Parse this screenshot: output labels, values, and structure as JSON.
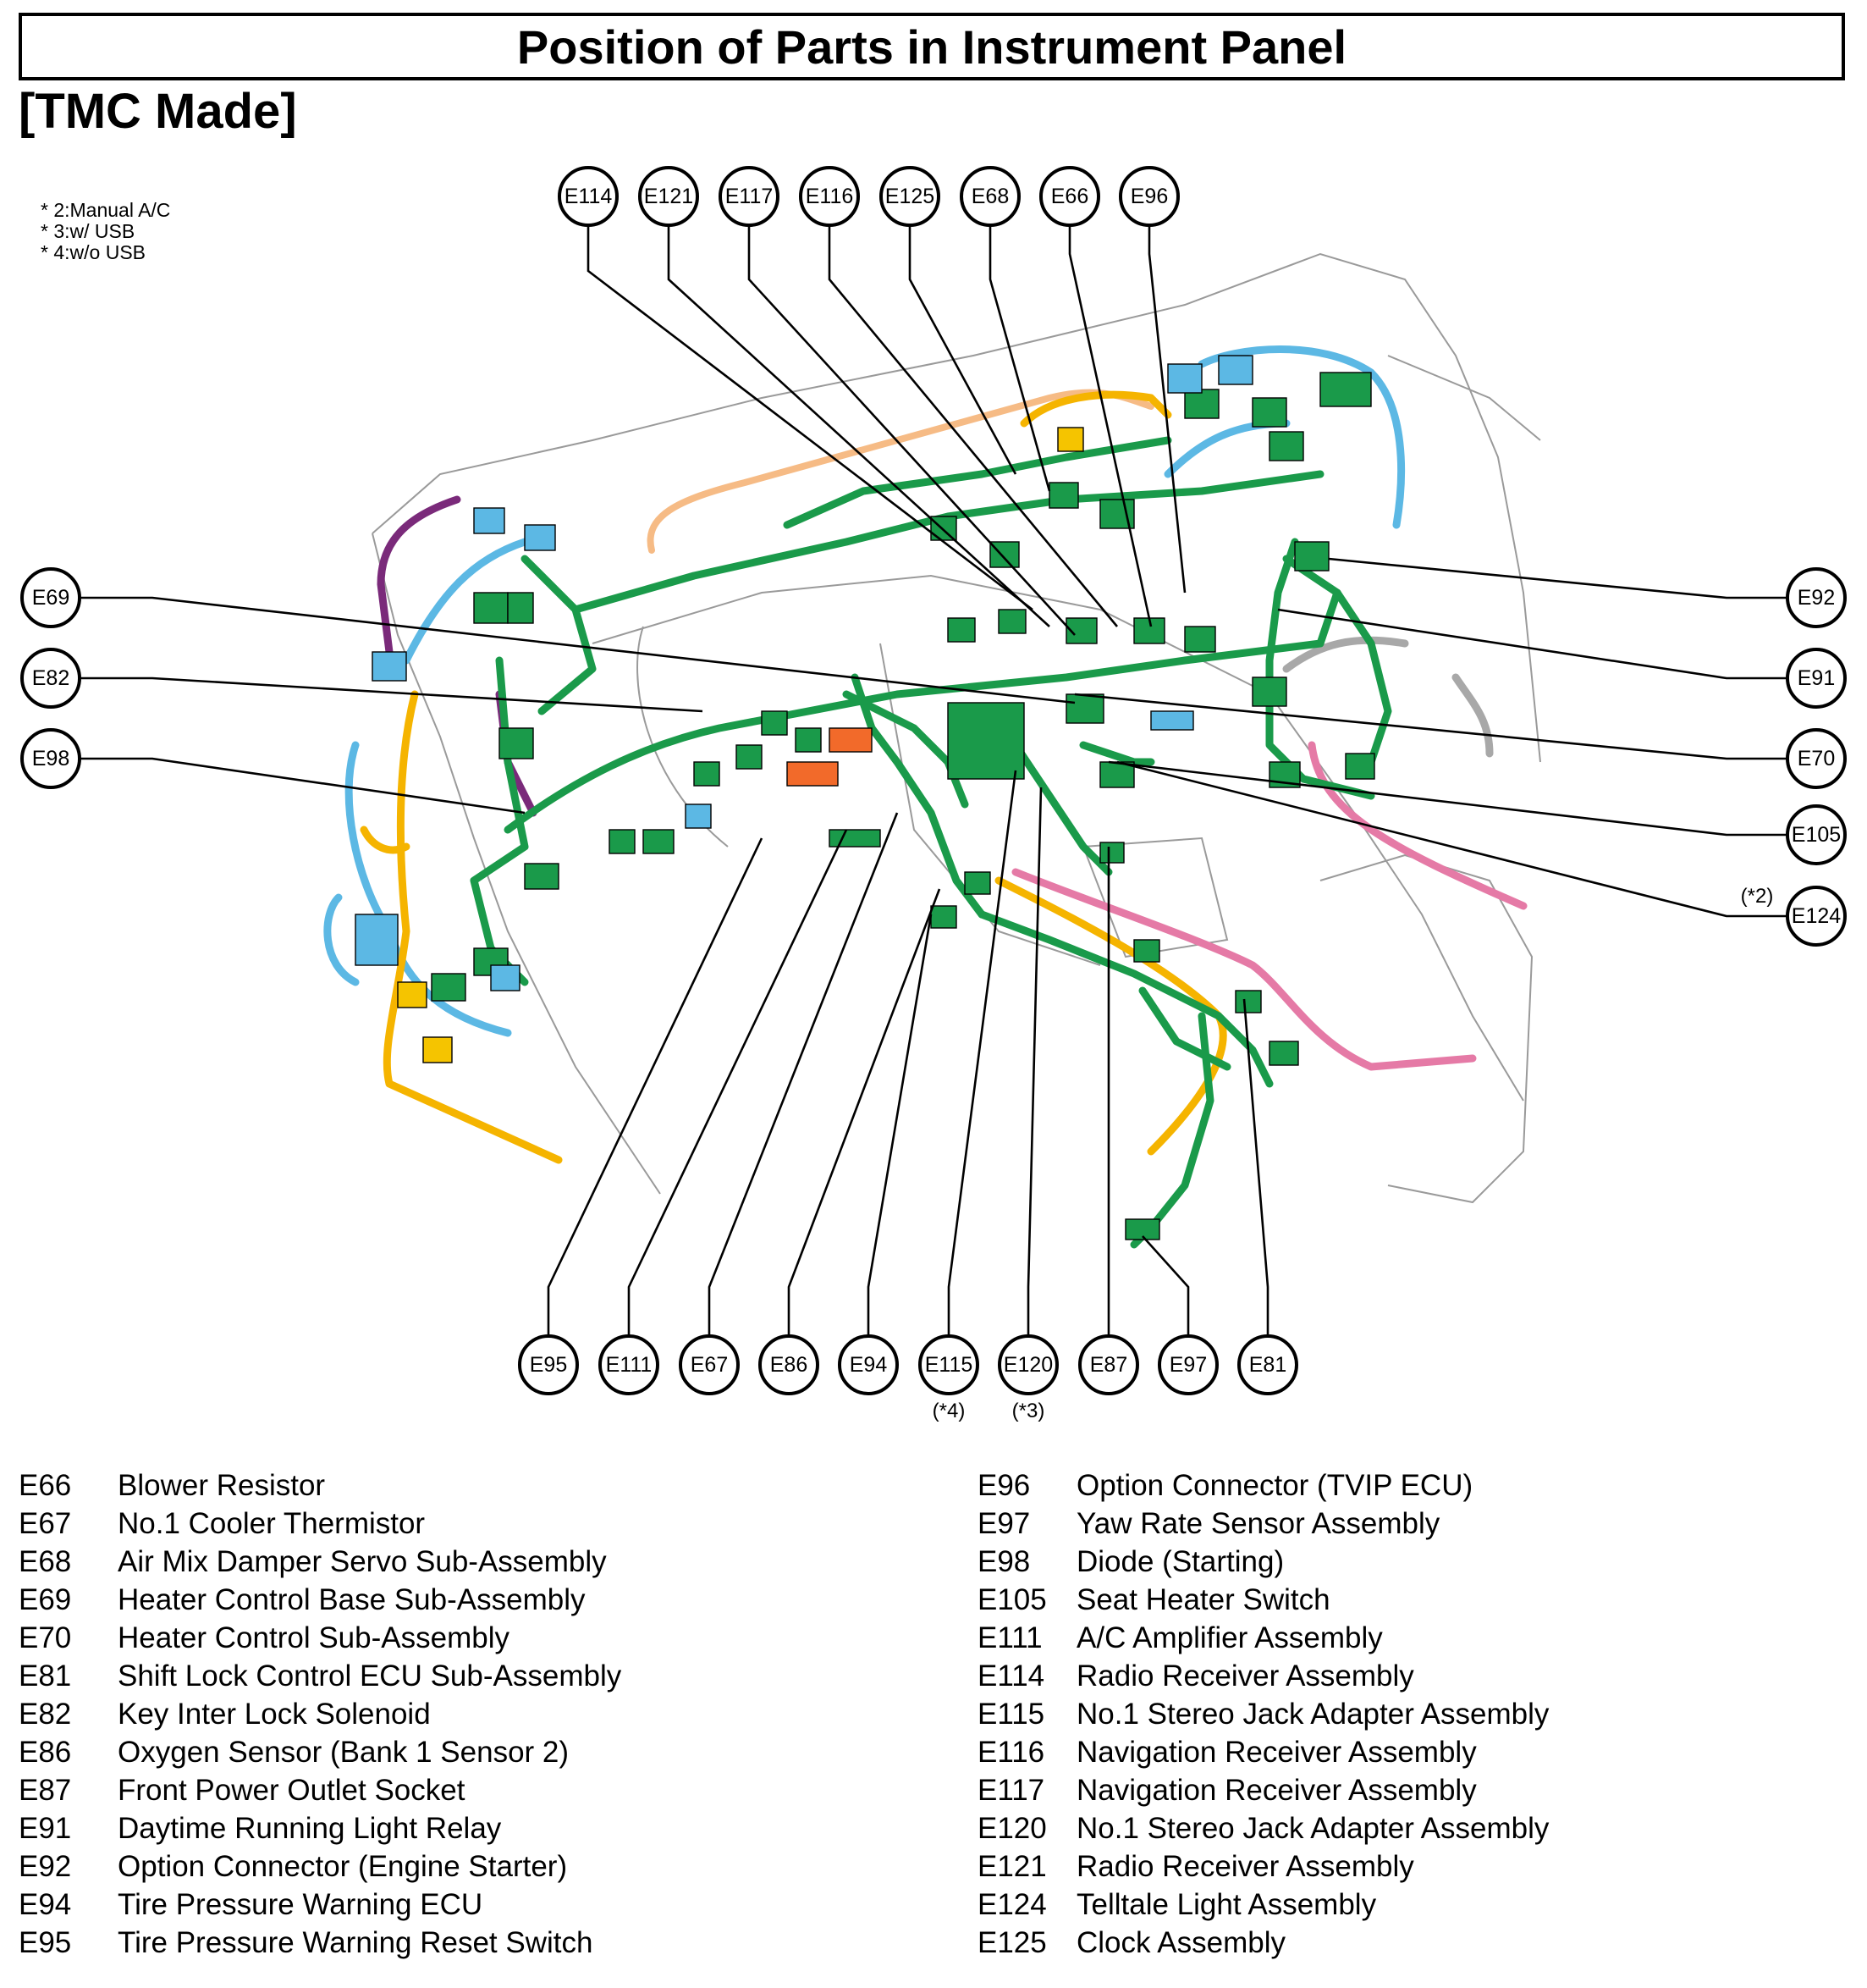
{
  "title": "Position of Parts in Instrument Panel",
  "subtitle": "[TMC Made]",
  "notes": [
    "* 2:Manual A/C",
    "* 3:w/ USB",
    "* 4:w/o USB"
  ],
  "callouts": {
    "top": [
      "E114",
      "E121",
      "E117",
      "E116",
      "E125",
      "E68",
      "E66",
      "E96"
    ],
    "left": [
      "E69",
      "E82",
      "E98"
    ],
    "right": [
      "E92",
      "E91",
      "E70",
      "E105",
      "E124"
    ],
    "bottom": [
      "E95",
      "E111",
      "E67",
      "E86",
      "E94",
      "E115",
      "E120",
      "E87",
      "E97",
      "E81"
    ]
  },
  "callout_notes": {
    "E124": "(*2)",
    "E115": "(*4)",
    "E120": "(*3)"
  },
  "legend": {
    "left": [
      {
        "code": "E66",
        "name": "Blower Resistor"
      },
      {
        "code": "E67",
        "name": "No.1 Cooler Thermistor"
      },
      {
        "code": "E68",
        "name": "Air Mix Damper Servo Sub-Assembly"
      },
      {
        "code": "E69",
        "name": "Heater Control Base Sub-Assembly"
      },
      {
        "code": "E70",
        "name": "Heater Control Sub-Assembly"
      },
      {
        "code": "E81",
        "name": "Shift Lock Control ECU Sub-Assembly"
      },
      {
        "code": "E82",
        "name": "Key Inter Lock Solenoid"
      },
      {
        "code": "E86",
        "name": "Oxygen Sensor (Bank 1 Sensor 2)"
      },
      {
        "code": "E87",
        "name": "Front Power Outlet Socket"
      },
      {
        "code": "E91",
        "name": "Daytime Running Light Relay"
      },
      {
        "code": "E92",
        "name": "Option Connector (Engine Starter)"
      },
      {
        "code": "E94",
        "name": "Tire Pressure Warning ECU"
      },
      {
        "code": "E95",
        "name": "Tire Pressure Warning Reset Switch"
      }
    ],
    "right": [
      {
        "code": "E96",
        "name": "Option Connector (TVIP ECU)"
      },
      {
        "code": "E97",
        "name": "Yaw Rate Sensor Assembly"
      },
      {
        "code": "E98",
        "name": "Diode (Starting)"
      },
      {
        "code": "E105",
        "name": "Seat Heater Switch"
      },
      {
        "code": "E111",
        "name": "A/C Amplifier Assembly"
      },
      {
        "code": "E114",
        "name": "Radio Receiver Assembly"
      },
      {
        "code": "E115",
        "name": "No.1 Stereo Jack Adapter Assembly"
      },
      {
        "code": "E116",
        "name": "Navigation Receiver Assembly"
      },
      {
        "code": "E117",
        "name": "Navigation Receiver Assembly"
      },
      {
        "code": "E120",
        "name": "No.1 Stereo Jack Adapter Assembly"
      },
      {
        "code": "E121",
        "name": "Radio Receiver Assembly"
      },
      {
        "code": "E124",
        "name": "Telltale Light Assembly"
      },
      {
        "code": "E125",
        "name": "Clock Assembly"
      }
    ]
  }
}
